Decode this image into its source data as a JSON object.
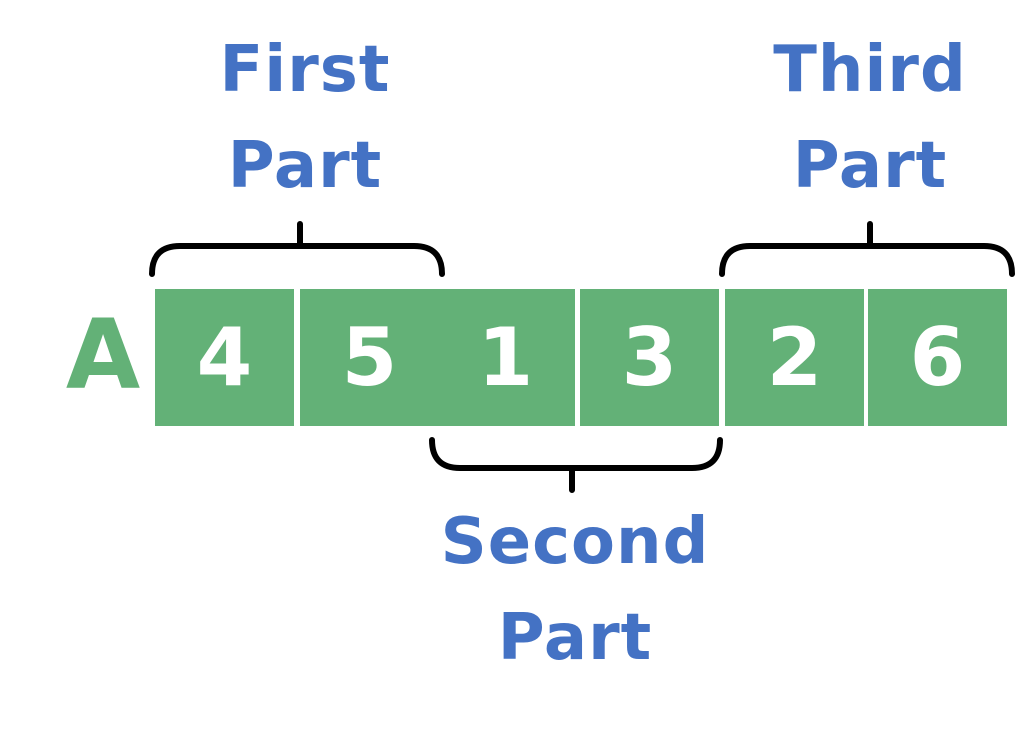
{
  "array": {
    "name": "A",
    "cells": [
      "4",
      "5",
      "1",
      "3",
      "2",
      "6"
    ]
  },
  "parts": [
    {
      "line1": "First",
      "line2": "Part"
    },
    {
      "line1": "Second",
      "line2": "Part"
    },
    {
      "line1": "Third",
      "line2": "Part"
    }
  ],
  "colors": {
    "cell_fill": "#63b177",
    "array_name": "#63b177",
    "label_text": "#4472c4",
    "bracket": "#000000",
    "cell_text": "#ffffff"
  }
}
